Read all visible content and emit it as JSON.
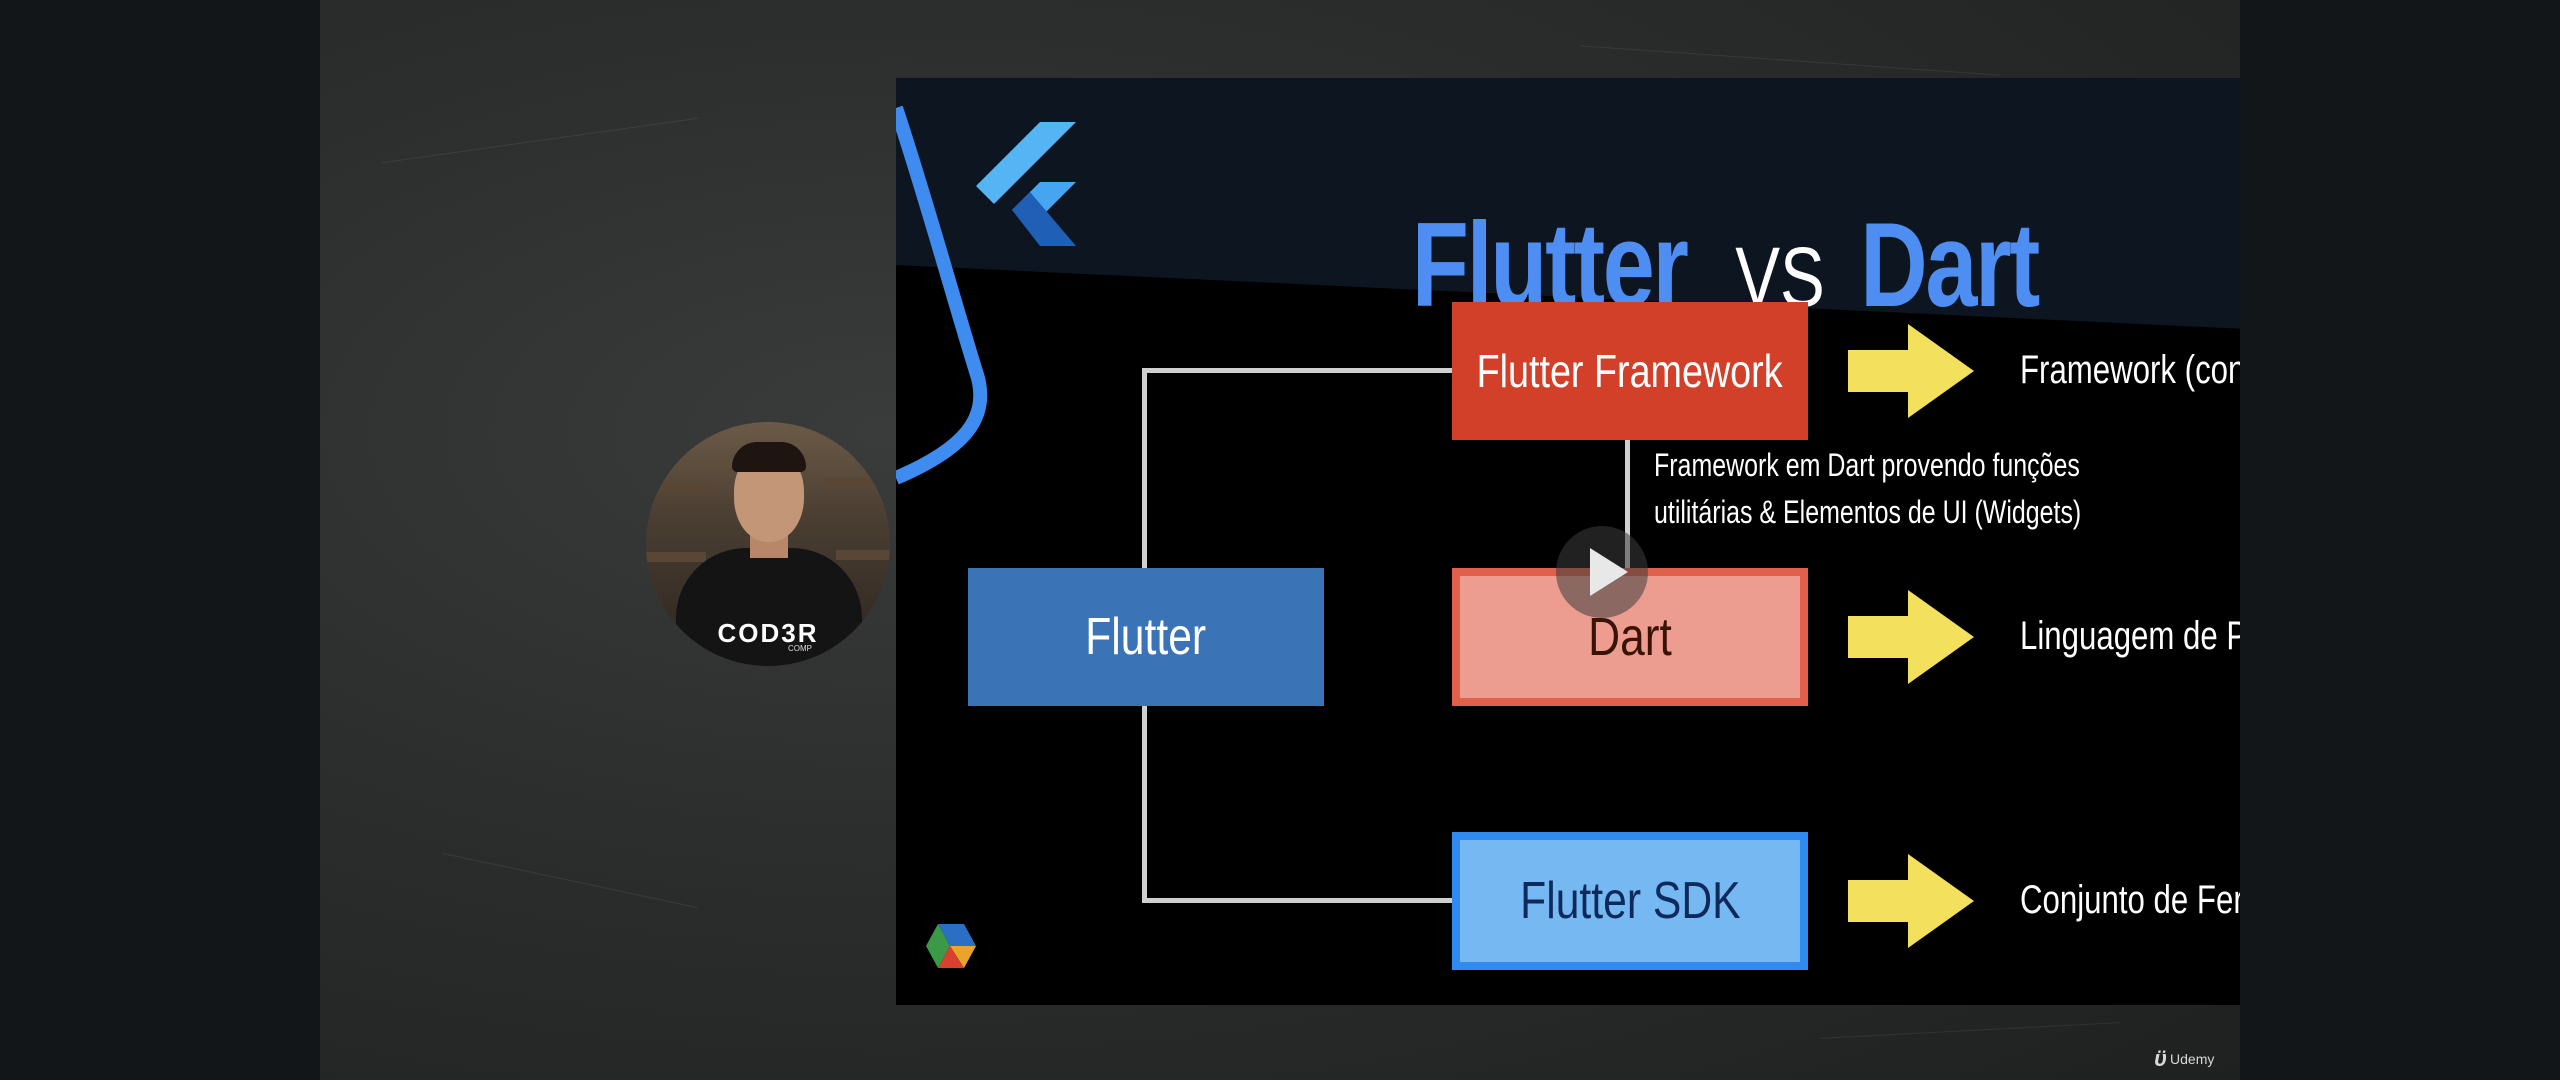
{
  "slide": {
    "title": {
      "part1": "Flutter",
      "part2": "VS",
      "part3": "Dart"
    },
    "boxes": {
      "framework": "Flutter Framework",
      "flutter": "Flutter",
      "dart": "Dart",
      "sdk": "Flutter SDK"
    },
    "descriptions": {
      "framework": "Framework (conjunto de recursos)",
      "dart": "Linguagem de Programação",
      "sdk": "Conjunto de Ferramentas"
    },
    "note": {
      "line1": "Framework em Dart provendo funções",
      "line2": "utilitárias & Elementos de UI (Widgets)"
    }
  },
  "webcam": {
    "brand": "COD3R",
    "brand_sub": "COMP"
  },
  "watermark": {
    "label": "Udemy"
  },
  "icons": [
    "flutter-logo-icon",
    "play-icon",
    "arrow-right-icon",
    "cod3r-corner-logo-icon",
    "udemy-logo-icon"
  ],
  "colors": {
    "title_blue": "#4e8ef2",
    "framework_red": "#d2402a",
    "flutter_blue": "#3b74b6",
    "dart_pink": "#ec9d90",
    "sdk_lightblue": "#76b8f1",
    "arrow_yellow": "#f3e05d"
  }
}
